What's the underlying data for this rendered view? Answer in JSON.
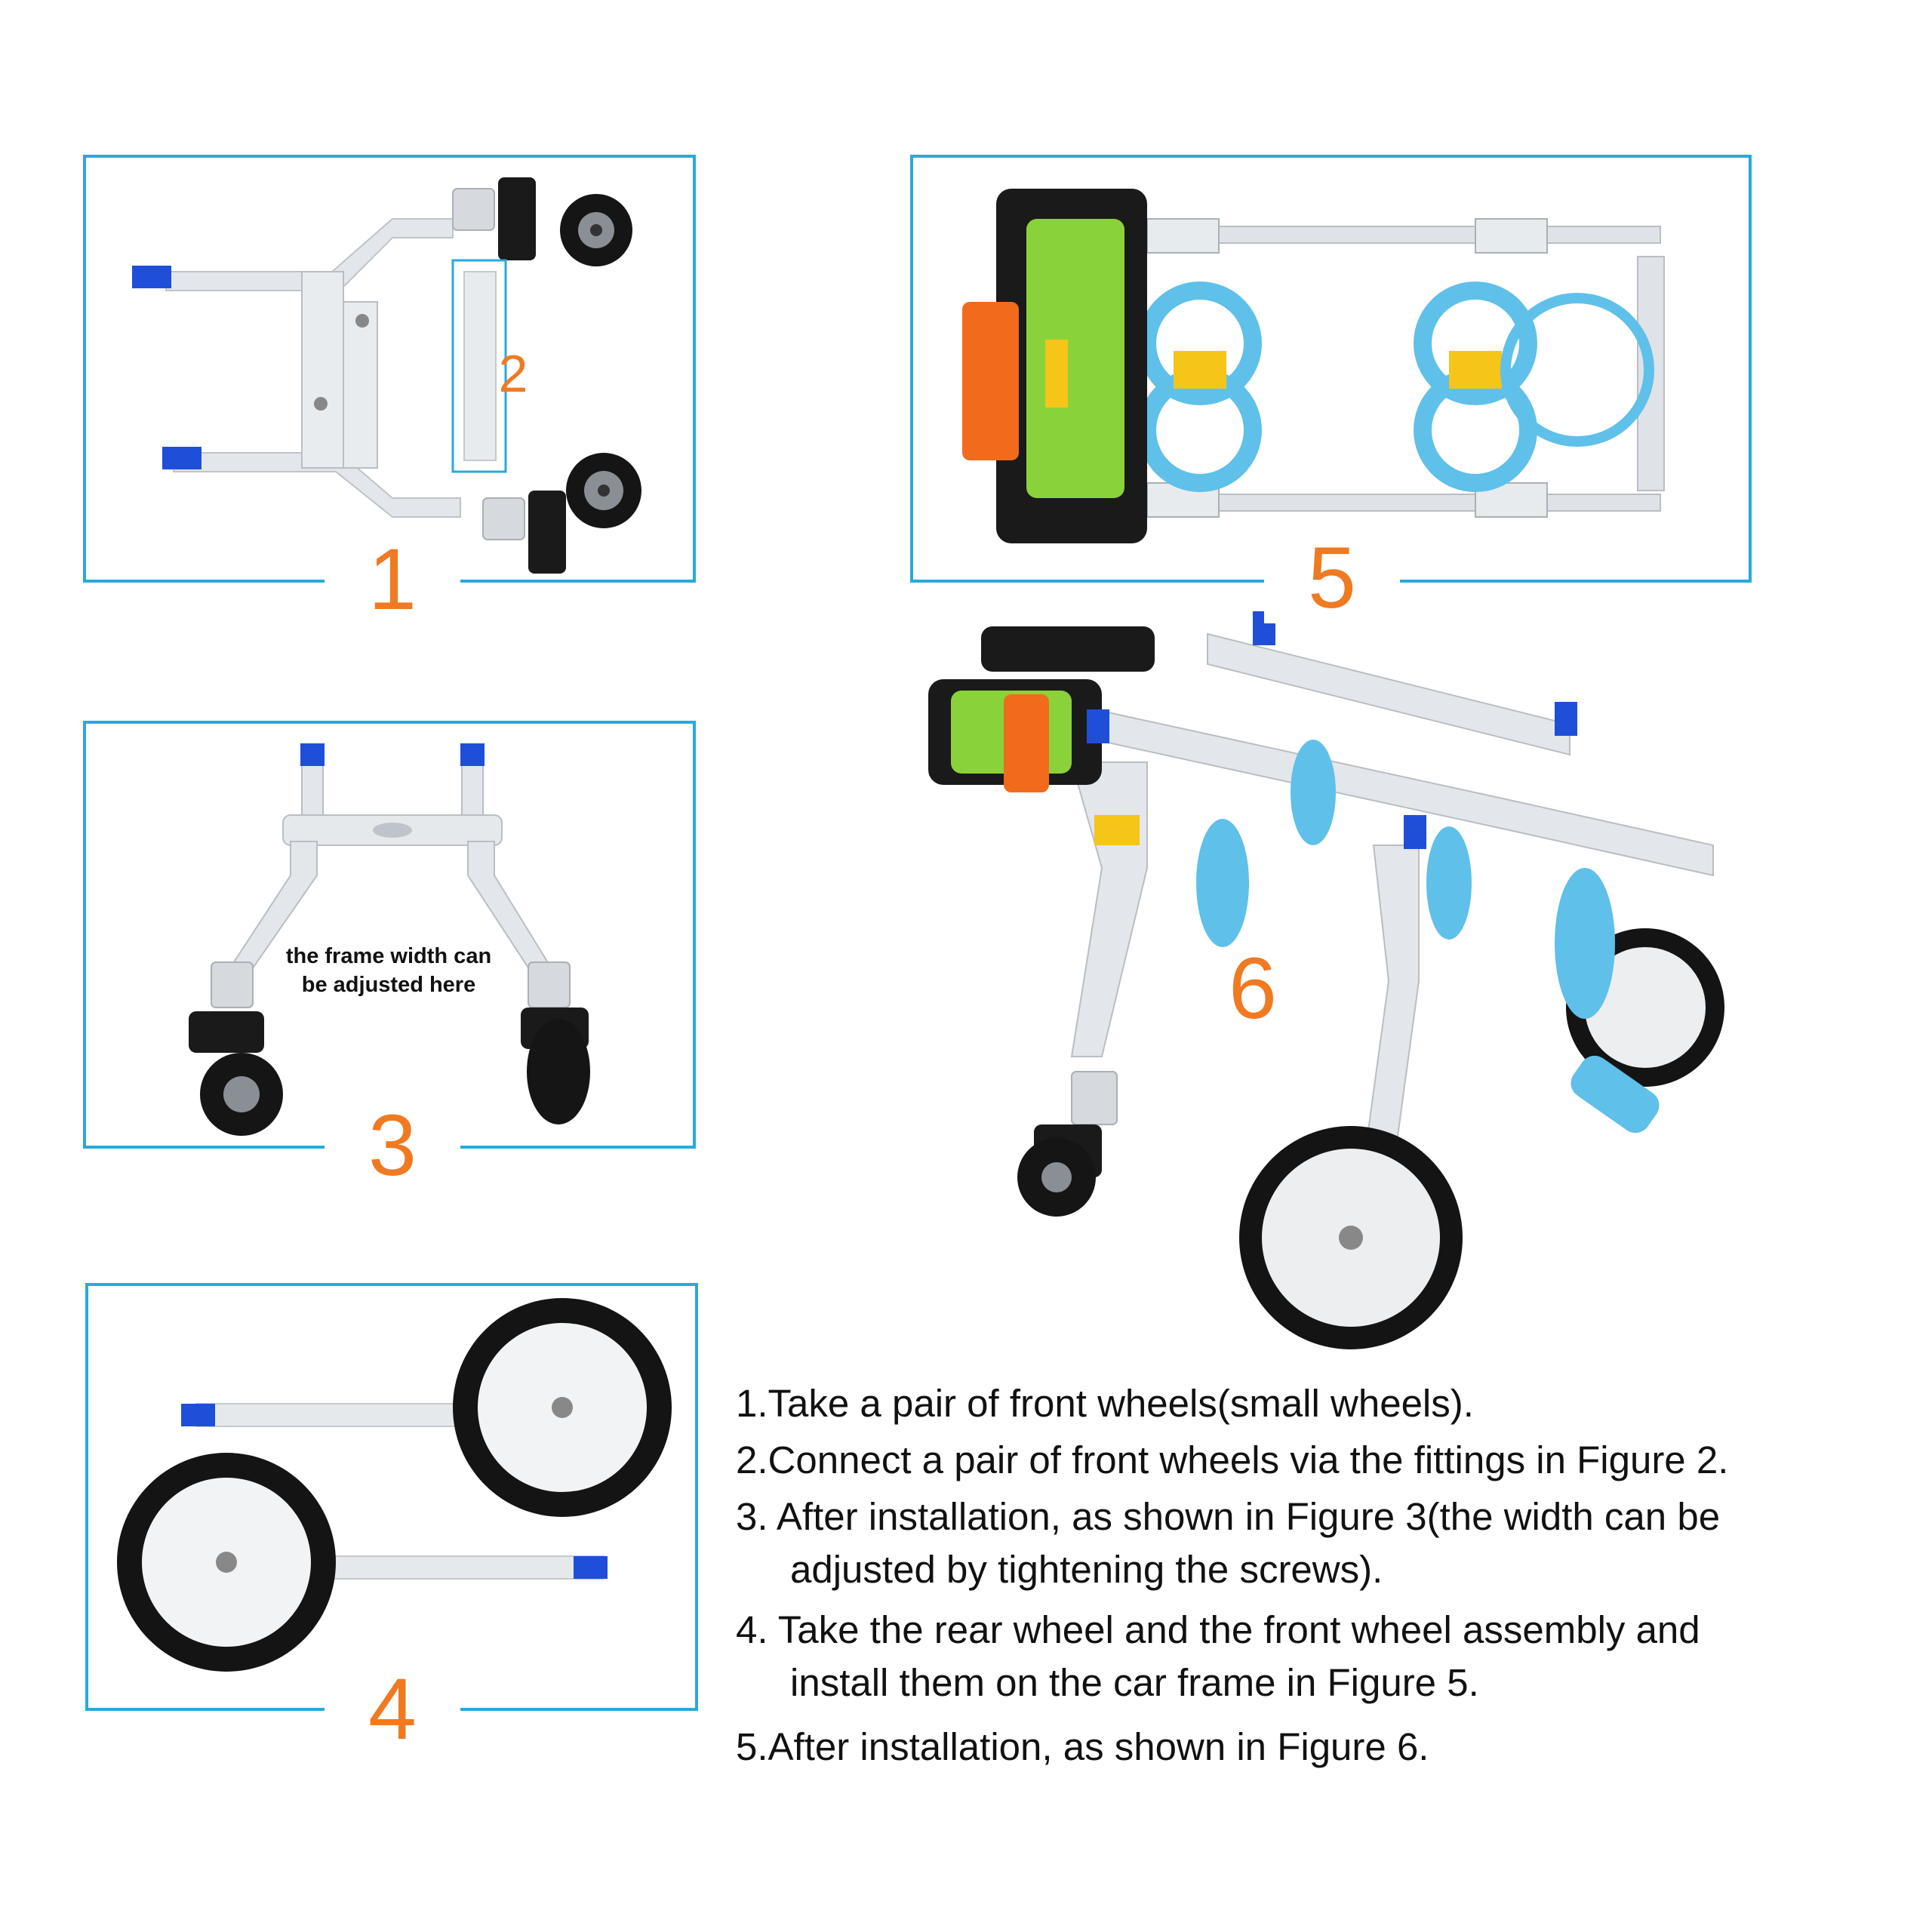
{
  "figures": [
    {
      "number": "1"
    },
    {
      "number": "2"
    },
    {
      "number": "3",
      "caption_line1": "the frame width can",
      "caption_line2": "be adjusted here"
    },
    {
      "number": "4"
    },
    {
      "number": "5"
    },
    {
      "number": "6"
    }
  ],
  "instructions": [
    {
      "line1": "1.Take a pair of front wheels(small wheels).",
      "line2": ""
    },
    {
      "line1": "2.Connect a pair of front wheels via the fittings in Figure 2.",
      "line2": ""
    },
    {
      "line1": "3. After installation, as shown in Figure 3(the width can be",
      "line2": "adjusted by tightening the screws)."
    },
    {
      "line1": "4. Take the rear wheel and the front wheel assembly and",
      "line2": "install them on the car frame in Figure 5."
    },
    {
      "line1": "5.After installation, as shown in Figure 6.",
      "line2": ""
    }
  ],
  "colors": {
    "frame_border": "#29a8de",
    "number_orange": "#f07a21",
    "aluminum": "#dfe3e8",
    "cap_blue": "#1f4fd8",
    "foam_blue": "#5fc0ea",
    "harness_green": "#8ad23a",
    "harness_orange": "#f26a1b",
    "tire_black": "#1a1a1a"
  }
}
